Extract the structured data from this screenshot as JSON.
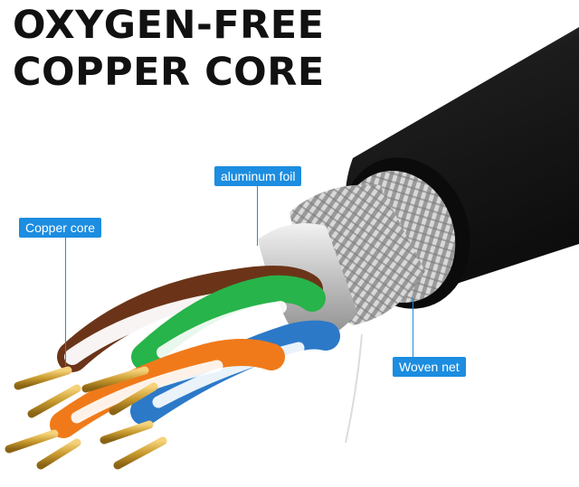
{
  "headline": {
    "line1": "OXYGEN-FREE",
    "line2": "COPPER CORE"
  },
  "callouts": {
    "aluminum_foil": "aluminum foil",
    "copper_core": "Copper core",
    "woven_net": "Woven net"
  },
  "colors": {
    "accent": "#1c8de0",
    "jacket": "#1a1a1a",
    "brown_pair": "#6b3418",
    "green_pair": "#27b44a",
    "blue_pair": "#2c79c8",
    "orange_pair": "#f07a1a",
    "gold_conductor": "#c99a2e"
  }
}
